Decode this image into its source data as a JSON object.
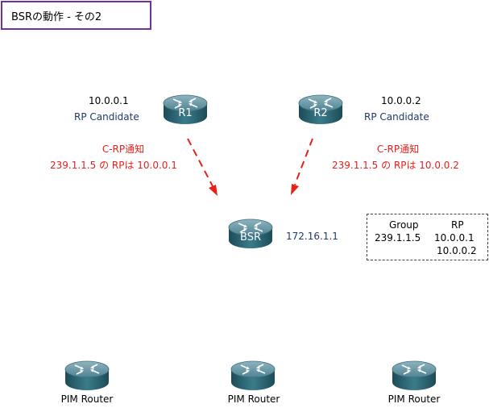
{
  "title": "BSRの動作 - その2",
  "r1": {
    "label": "R1",
    "ip": "10.0.0.1",
    "role": "RP Candidate",
    "notice_title": "C-RP通知",
    "notice_detail": "239.1.1.5 の RPは 10.0.0.1"
  },
  "r2": {
    "label": "R2",
    "ip": "10.0.0.2",
    "role": "RP Candidate",
    "notice_title": "C-RP通知",
    "notice_detail": "239.1.1.5 の RPは 10.0.0.2"
  },
  "bsr": {
    "label": "BSR",
    "ip": "172.16.1.1"
  },
  "table": {
    "headers": [
      "Group",
      "RP"
    ],
    "group": "239.1.1.5",
    "rps": [
      "10.0.0.1",
      "10.0.0.2"
    ]
  },
  "pim_routers": [
    {
      "label": "PIM Router"
    },
    {
      "label": "PIM Router"
    },
    {
      "label": "PIM Router"
    }
  ],
  "colors": {
    "title_border": "#7030a0",
    "text_blue": "#1f3a68",
    "text_red": "#e8201a",
    "arrow_red": "#e8201a",
    "router_body": "#2f6f7f"
  },
  "icons": [
    "router-icon"
  ]
}
